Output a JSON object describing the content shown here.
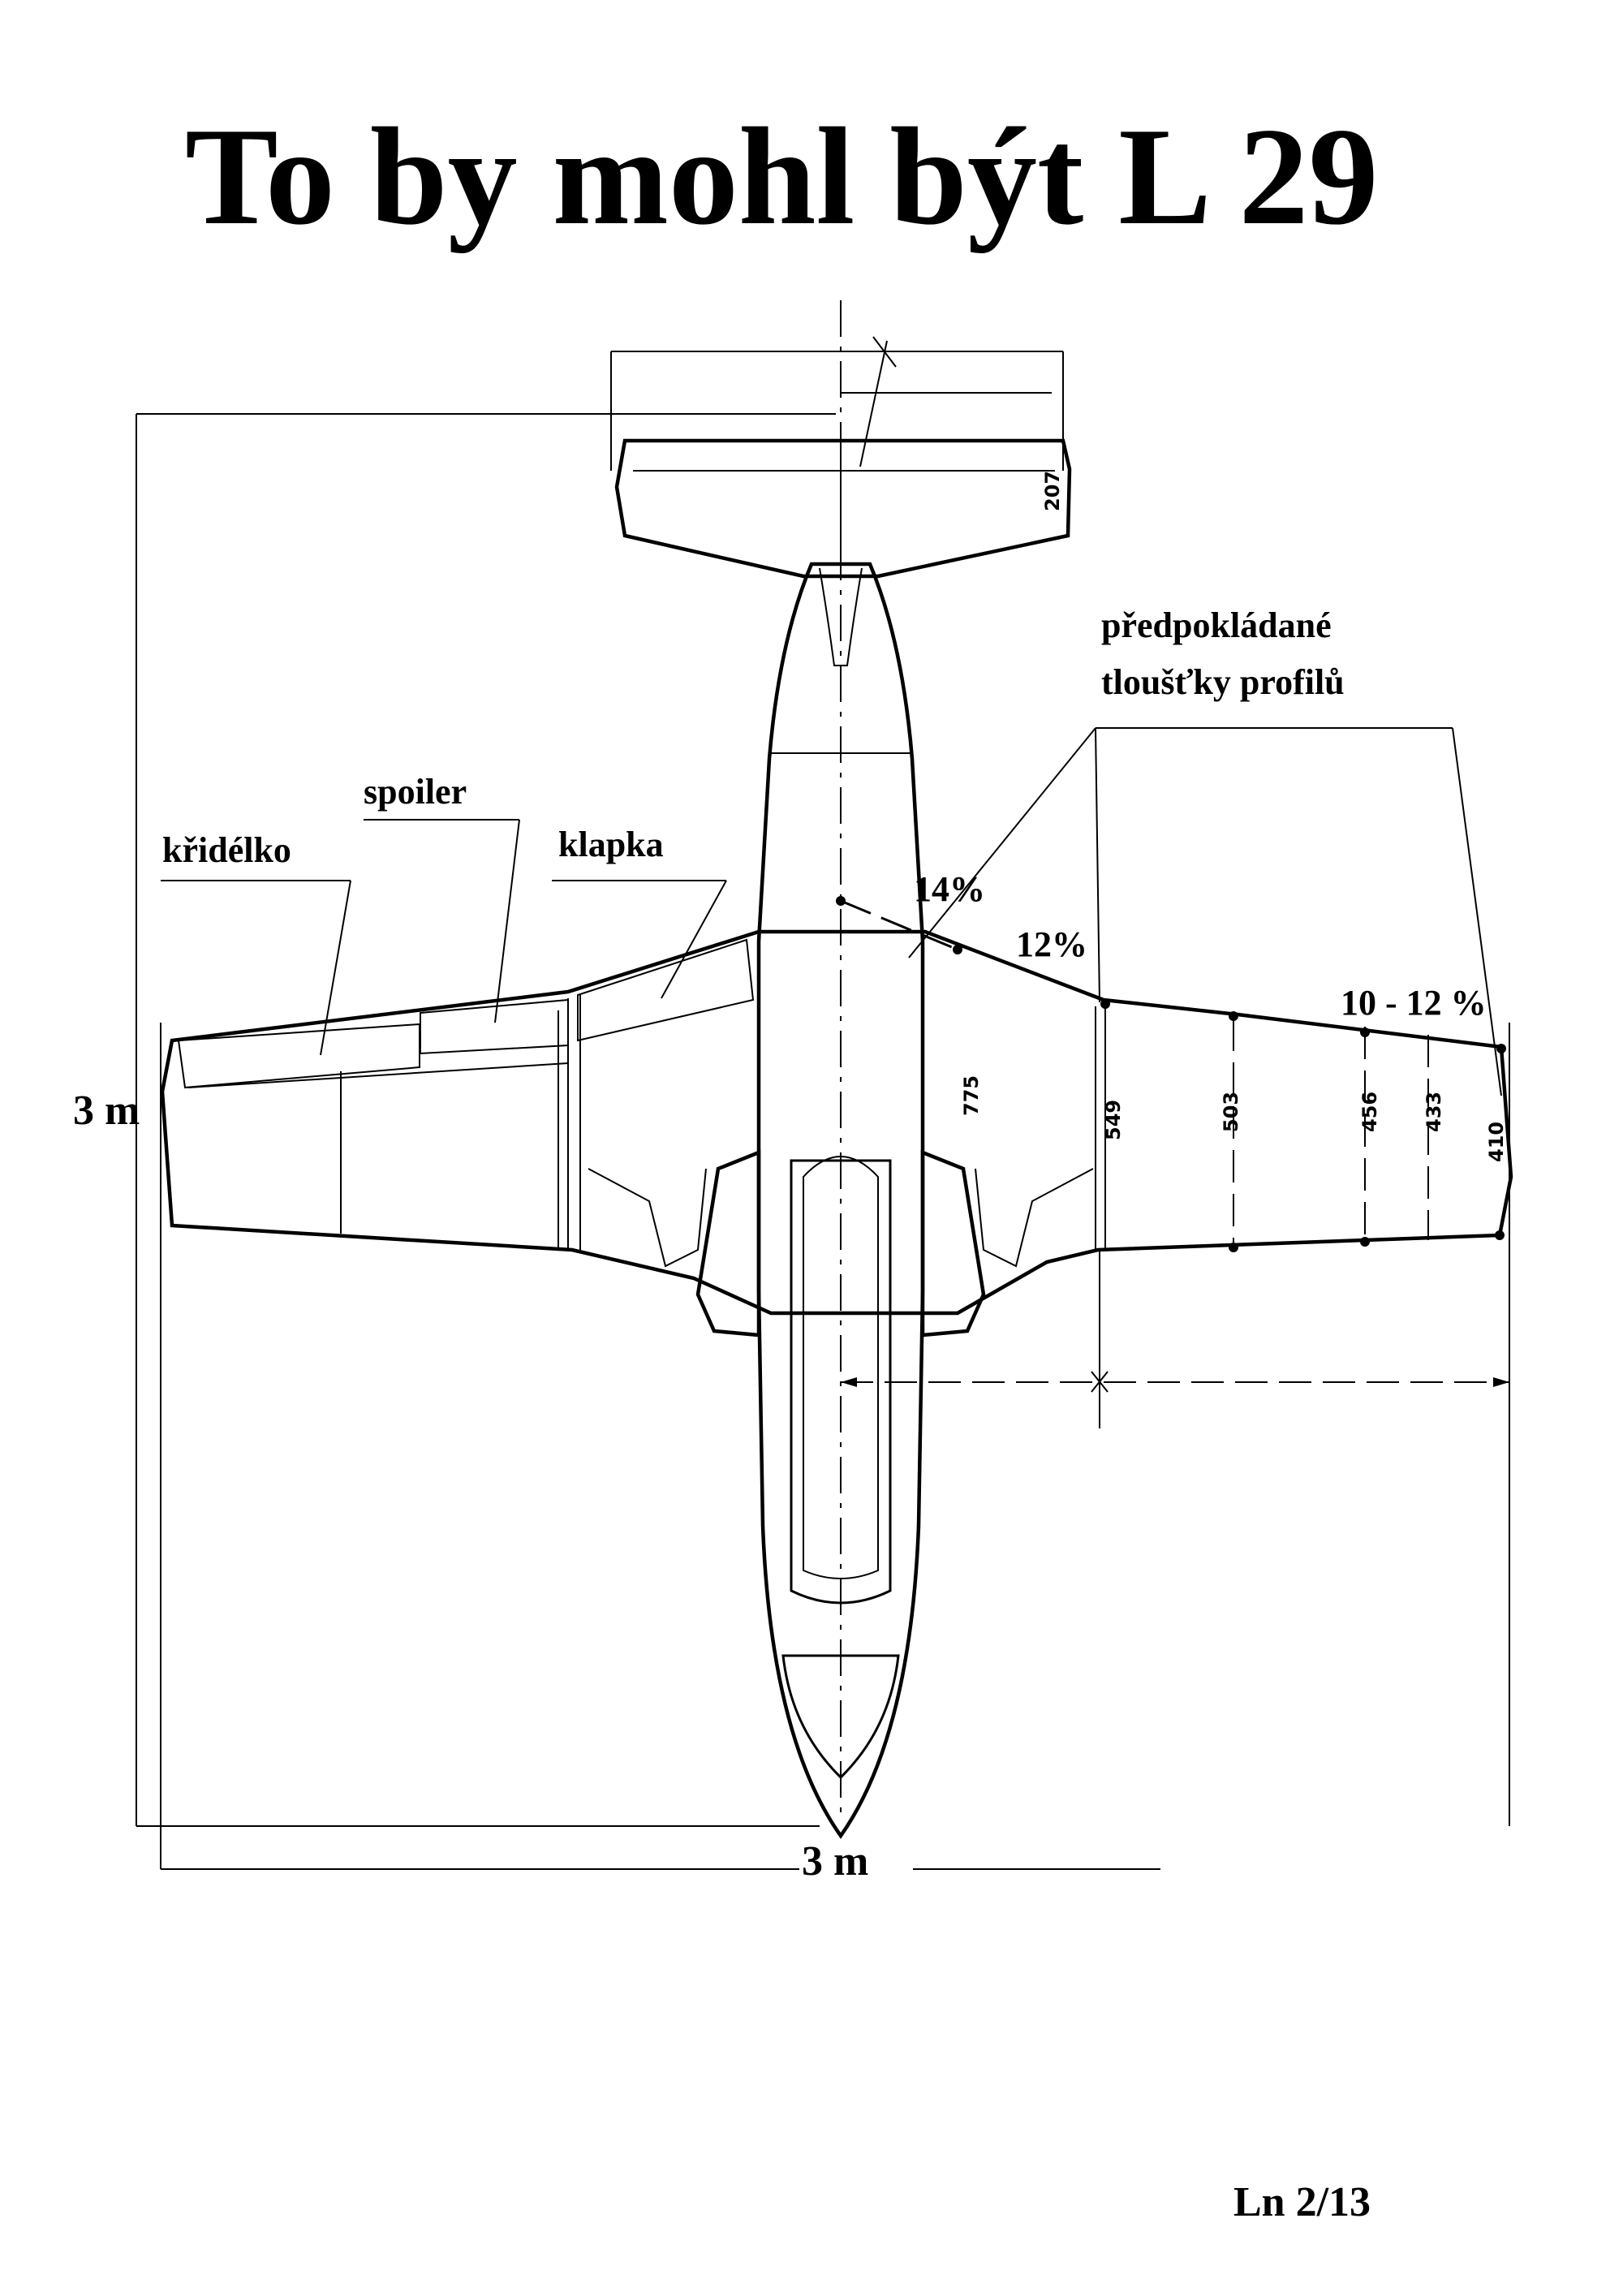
{
  "title": "To by mohl být L 29",
  "labels": {
    "kridelko": "křidélko",
    "spoiler": "spoiler",
    "klapka": "klapka",
    "thickness_line1": "předpokládané",
    "thickness_line2": "tloušťky profilů",
    "pct_14": "14%",
    "pct_12": "12%",
    "pct_10_12": "10 - 12 %",
    "span_dim": "3 m",
    "length_dim": "3 m",
    "page_ref": "Ln 2/13"
  },
  "handwritten": {
    "tail_chord": "207",
    "root_thickness": "775",
    "station_1": "549",
    "station_2": "503",
    "station_3": "456",
    "station_4": "433",
    "tip_chord": "410"
  },
  "colors": {
    "tailplane": "#ecf0d0",
    "aileron": "#a6f6f4",
    "spoiler": "#f2a9b3",
    "flap": "#f4c2f0",
    "nose": "#ab9795"
  }
}
